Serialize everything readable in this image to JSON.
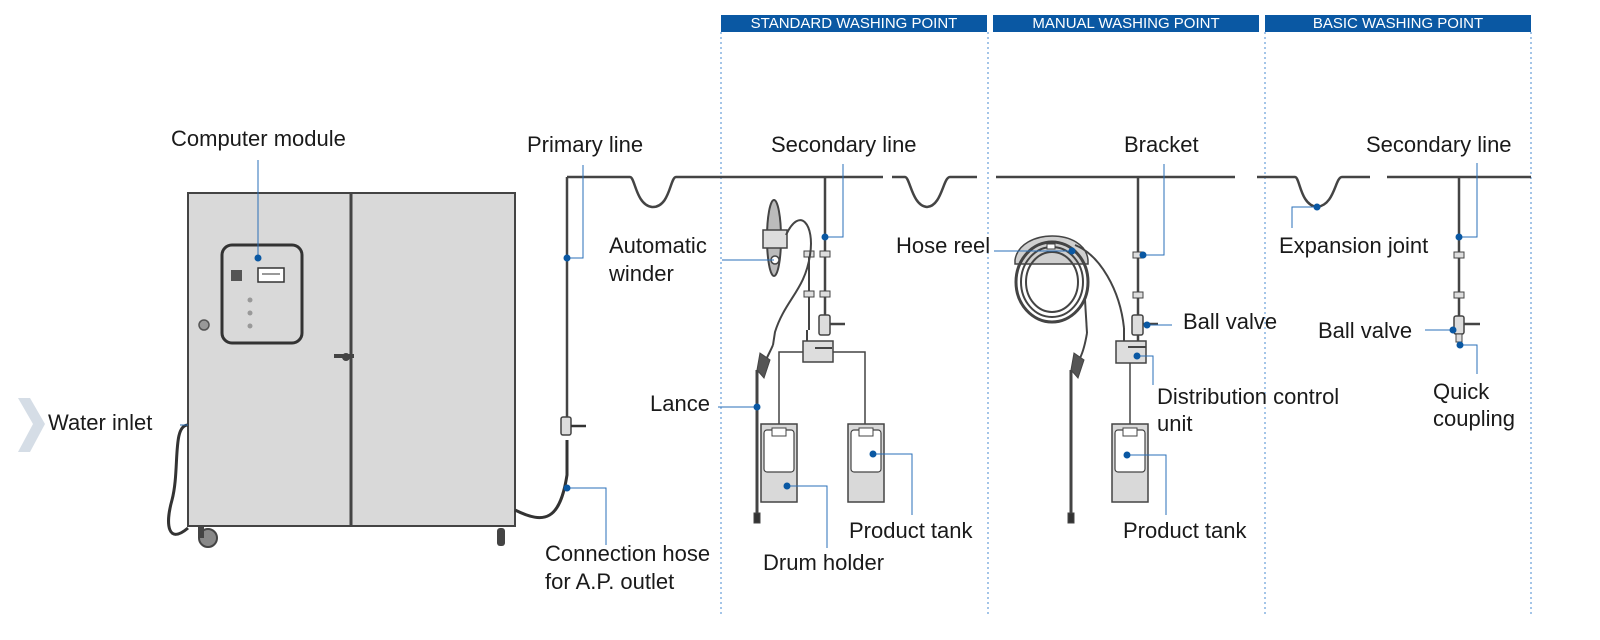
{
  "headers": {
    "standard": "STANDARD WASHING POINT",
    "manual": "MANUAL WASHING POINT",
    "basic": "BASIC WASHING POINT"
  },
  "labels": {
    "computer_module": "Computer module",
    "primary_line": "Primary line",
    "secondary_line_standard": "Secondary line",
    "bracket": "Bracket",
    "secondary_line_basic": "Secondary line",
    "automatic_winder_l1": "Automatic",
    "automatic_winder_l2": "winder",
    "hose_reel": "Hose reel",
    "expansion_joint": "Expansion joint",
    "ball_valve_manual": "Ball valve",
    "ball_valve_basic": "Ball valve",
    "lance": "Lance",
    "distribution_l1": "Distribution control",
    "distribution_l2": "unit",
    "quick_coupling_l1": "Quick",
    "quick_coupling_l2": "coupling",
    "water_inlet": "Water inlet",
    "product_tank_standard": "Product tank",
    "product_tank_manual": "Product tank",
    "connection_hose_l1": "Connection hose",
    "connection_hose_l2": "for A.P. outlet",
    "drum_holder": "Drum holder"
  },
  "colors": {
    "header_bg": "#0a58a3",
    "callout": "#2a6fb8",
    "dot": "#0a58a3",
    "line": "#444444",
    "cabinet": "#d9d9d9"
  }
}
